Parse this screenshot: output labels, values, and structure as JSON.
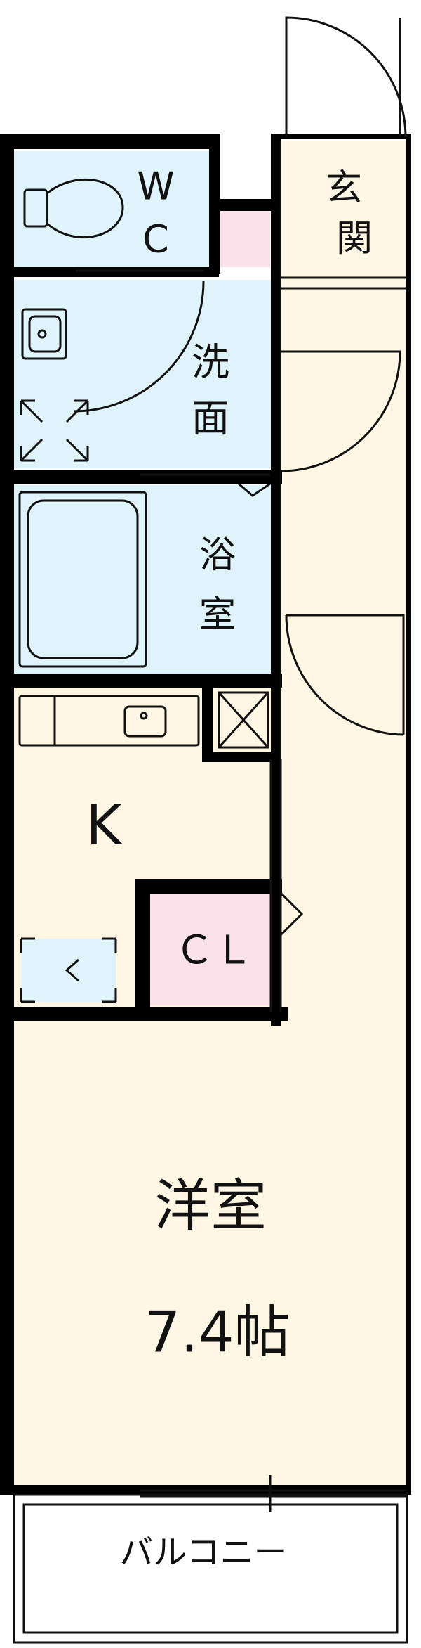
{
  "rooms": {
    "wc": {
      "line1": "W",
      "line2": "C"
    },
    "entrance": {
      "line1": "玄",
      "line2": "関"
    },
    "washroom": {
      "line1": "洗",
      "line2": "面"
    },
    "bathroom": {
      "line1": "浴",
      "line2": "室"
    },
    "kitchen": {
      "label": "K"
    },
    "closet": {
      "label": "ＣＬ"
    },
    "western_room": {
      "label": "洋室",
      "size": "7.4帖"
    },
    "balcony": {
      "label": "バルコニー"
    }
  },
  "colors": {
    "wet_area": "#dff3fa",
    "living_area": "#fff7e3",
    "closet_area": "#fbe2ea",
    "wall": "#000000",
    "line": "#111111"
  }
}
